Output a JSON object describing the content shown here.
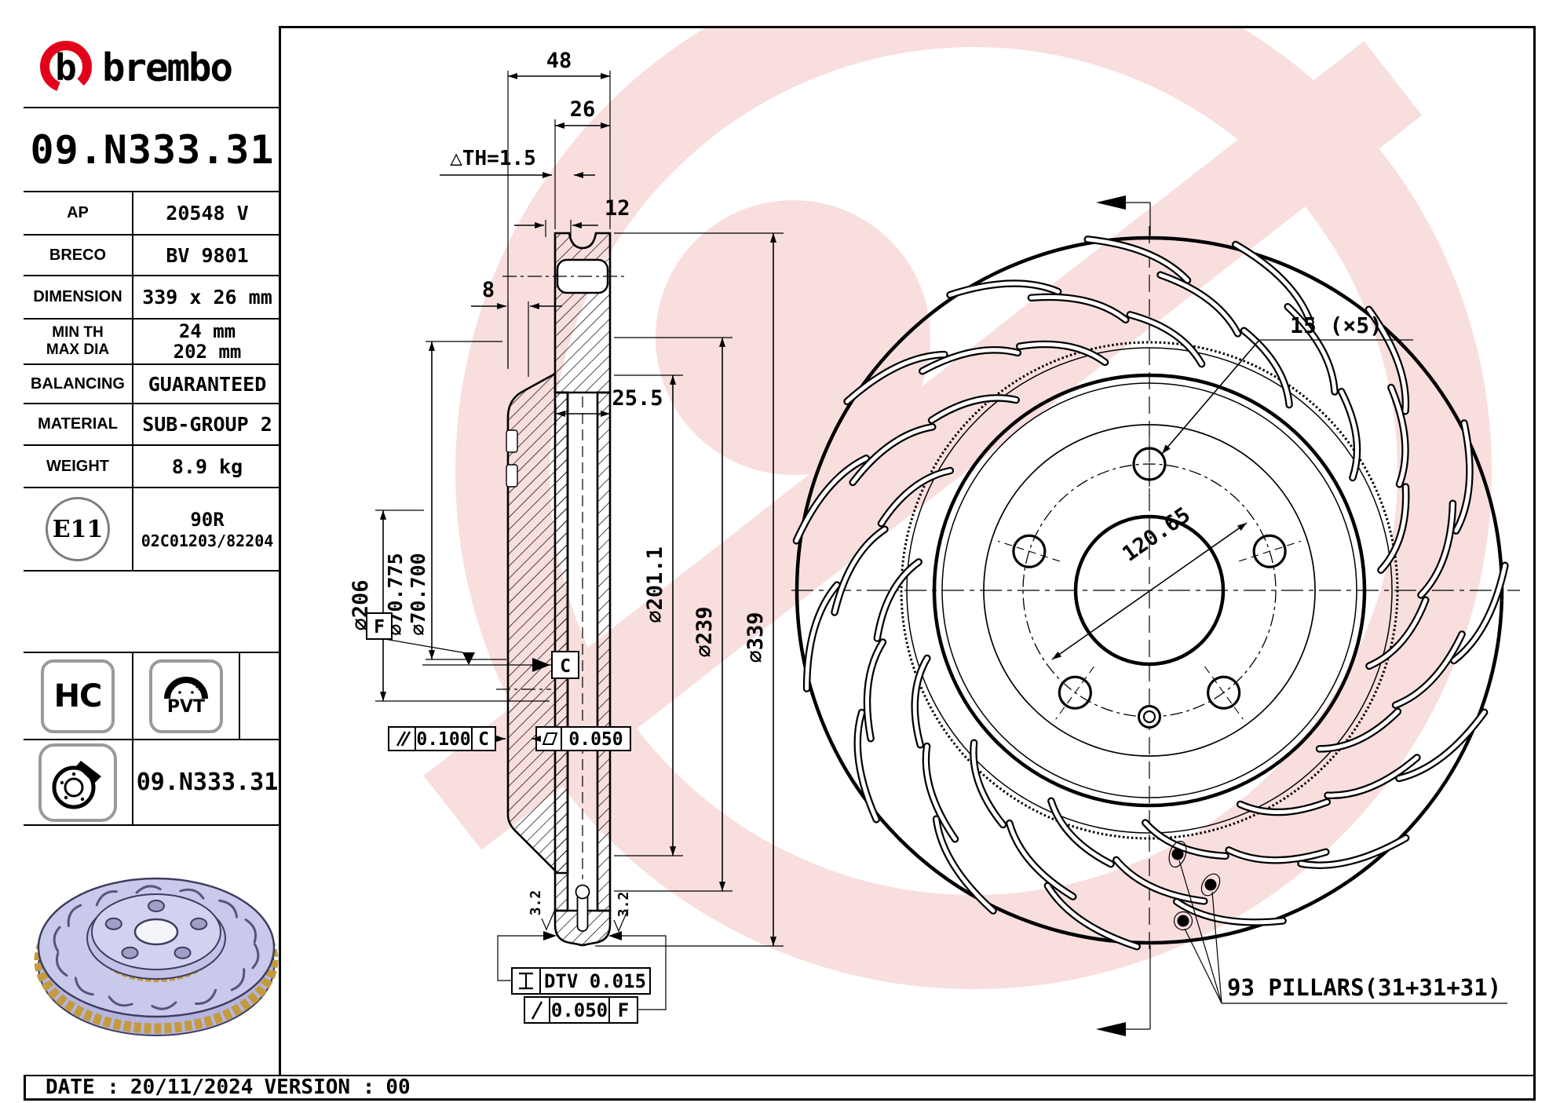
{
  "header": {
    "brand": "brembo",
    "accent_color": "#e2001a"
  },
  "part_number": "09.N333.31",
  "part_number_footer": "09.N333.31",
  "info_table": {
    "rows": [
      {
        "label": "AP",
        "value": "20548 V"
      },
      {
        "label": "BRECO",
        "value": "BV 9801"
      },
      {
        "label": "DIMENSION",
        "value": "339 x 26 mm"
      },
      {
        "label": "MIN TH",
        "label2": "MAX DIA",
        "value": "24 mm",
        "value2": "202 mm"
      },
      {
        "label": "BALANCING",
        "value": "GUARANTEED"
      },
      {
        "label": "MATERIAL",
        "value": "SUB-GROUP 2"
      },
      {
        "label": "WEIGHT",
        "value": "8.9 kg"
      }
    ],
    "homologation": {
      "mark": "E11",
      "line1": "90R",
      "line2": "02C01203/82204"
    },
    "badges": {
      "hc": "HC",
      "pvt": "PVT"
    }
  },
  "footer": {
    "date_label": "DATE :",
    "date": "20/11/2024",
    "version_label": "VERSION :",
    "version": "00"
  },
  "section_view": {
    "dims": {
      "overall_width": "48",
      "disc_thickness": "26",
      "th_wear": "△TH=1.5",
      "hat_flange": "12",
      "hat_wall": "8",
      "inset": "25.5",
      "dia_hat": "∅206",
      "bore_max": "∅70.775",
      "bore_min": "∅70.700",
      "dia_inner2": "∅201.1",
      "dia_inner": "∅239",
      "dia_outer": "∅339",
      "datum_f": "F",
      "datum_c": "C",
      "parallel_val": "0.100",
      "parallel_ref": "C",
      "flatness_val": "0.050",
      "dtv": "DTV 0.015",
      "runout_val": "0.050",
      "runout_ref": "F",
      "surface_left": "3.2",
      "surface_right": "3.2"
    }
  },
  "front_view": {
    "labels": {
      "bolt_holes": "15 (×5)",
      "pcd": "120.65",
      "pillars": "93 PILLARS(31+31+31)"
    }
  },
  "colors": {
    "watermark": "#f9dede",
    "disc_body": "#c9c9ec",
    "disc_edge": "#b5b5e0",
    "disc_pillars": "#c49a3c",
    "line": "#3d3d5e"
  }
}
